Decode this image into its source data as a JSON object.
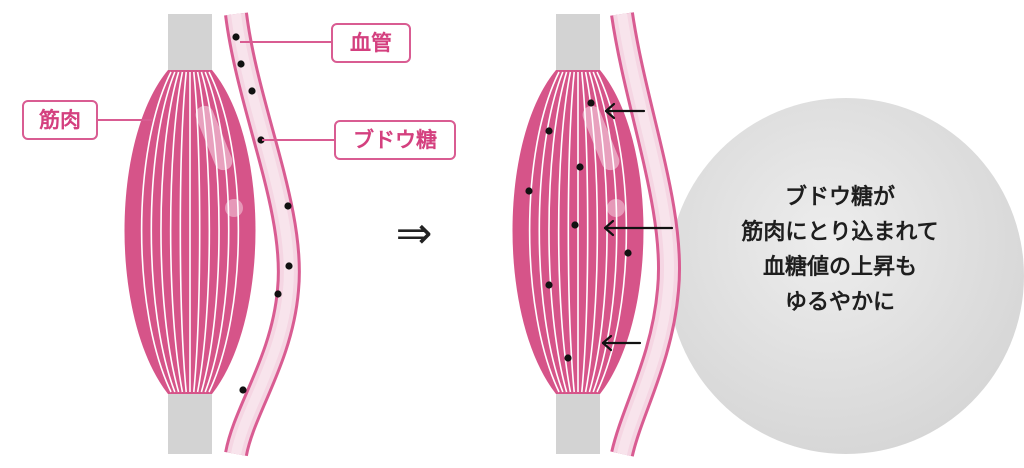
{
  "labels": {
    "muscle": "筋肉",
    "vessel": "血管",
    "glucose": "ブドウ糖"
  },
  "transition_symbol": "⇒",
  "caption_lines": [
    "ブドウ糖が",
    "筋肉にとり込まれて",
    "血糖値の上昇も",
    "ゆるやかに"
  ],
  "colors": {
    "muscle_fill": "#d65489",
    "muscle_stripe": "#ffffff",
    "tendon": "#d3d3d3",
    "vessel_wall": "#d95c92",
    "vessel_inner": "#f5d6e3",
    "label_border": "#d95c92",
    "label_text": "#d4407f",
    "glucose_dot": "#111111",
    "circle_fill": "#e3e3e3"
  }
}
